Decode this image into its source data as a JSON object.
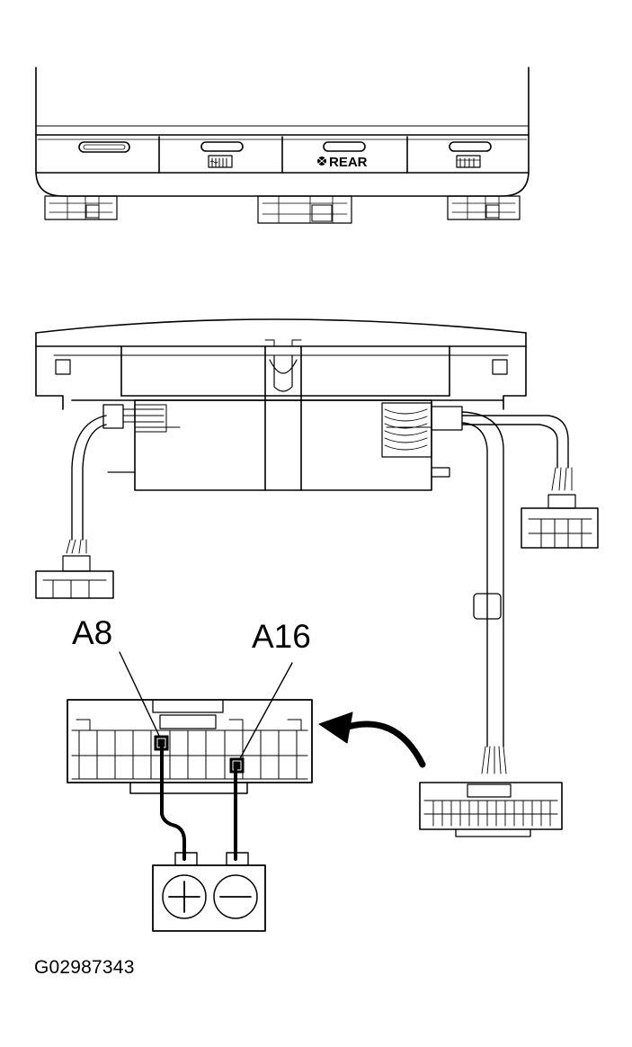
{
  "panel": {
    "buttons": [
      {
        "id": "blank",
        "label": "",
        "icon": "blank-indicator"
      },
      {
        "id": "front-defrost",
        "label": "",
        "icon": "front-defroster-icon"
      },
      {
        "id": "rear",
        "label": "REAR",
        "icon": "fan-icon"
      },
      {
        "id": "rear-defrost",
        "label": "",
        "icon": "rear-defroster-icon"
      }
    ]
  },
  "terminals": {
    "a8": "A8",
    "a16": "A16"
  },
  "battery": {
    "positive_icon": "plus-icon",
    "negative_icon": "minus-icon"
  },
  "figure_code": "G02987343",
  "colors": {
    "line": "#000000",
    "panel_fill": "#ffffff"
  }
}
